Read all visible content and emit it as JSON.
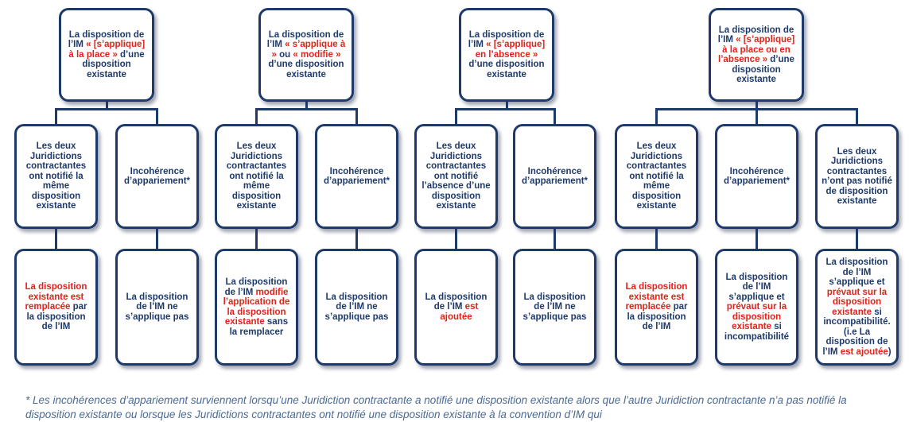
{
  "groups": [
    {
      "top": [
        {
          "t": "La disposition de l’IM ",
          "c": "n"
        },
        {
          "t": "« [s’applique] à la place »",
          "c": "r"
        },
        {
          "t": " d’une disposition existante",
          "c": "n"
        }
      ],
      "middle": [
        "Les deux Juridictions contractantes ont notifié la même disposition existante",
        "Incohérence d’appariement*"
      ],
      "bottom": [
        [
          {
            "t": "La disposition existante est remplacée",
            "c": "r"
          },
          {
            "t": " par la disposition de l’IM",
            "c": "n"
          }
        ],
        [
          {
            "t": "La disposition de l’IM ne s’applique pas",
            "c": "n"
          }
        ]
      ]
    },
    {
      "top": [
        {
          "t": "La disposition de l’IM ",
          "c": "n"
        },
        {
          "t": "« s’applique à »",
          "c": "r"
        },
        {
          "t": " ou ",
          "c": "n"
        },
        {
          "t": "« modifie »",
          "c": "r"
        },
        {
          "t": " d’une disposition existante",
          "c": "n"
        }
      ],
      "middle": [
        "Les deux Juridictions contractantes ont notifié la même disposition existante",
        "Incohérence d’appariement*"
      ],
      "bottom": [
        [
          {
            "t": "La disposition de l’IM ",
            "c": "n"
          },
          {
            "t": "modifie l’application de la disposition existante",
            "c": "r"
          },
          {
            "t": " sans la remplacer",
            "c": "n"
          }
        ],
        [
          {
            "t": "La disposition de l’IM ne s’applique pas",
            "c": "n"
          }
        ]
      ]
    },
    {
      "top": [
        {
          "t": "La disposition de l’IM ",
          "c": "n"
        },
        {
          "t": "« [s’applique] en l’absence »",
          "c": "r"
        },
        {
          "t": " d’une disposition existante",
          "c": "n"
        }
      ],
      "middle": [
        "Les deux Juridictions contractantes ont notifié l’absence d’une disposition existante",
        "Incohérence d’appariement*"
      ],
      "bottom": [
        [
          {
            "t": "La disposition de l’IM ",
            "c": "n"
          },
          {
            "t": "est ajoutée",
            "c": "r"
          }
        ],
        [
          {
            "t": "La disposition de l’IM ne s’applique pas",
            "c": "n"
          }
        ]
      ]
    },
    {
      "top": [
        {
          "t": "La disposition de l’IM ",
          "c": "n"
        },
        {
          "t": "« [s’applique] à la place ou en l’absence »",
          "c": "r"
        },
        {
          "t": " d’une disposition existante",
          "c": "n"
        }
      ],
      "middle": [
        "Les deux Juridictions contractantes ont notifié la même disposition existante",
        "Incohérence d’appariement*",
        "Les deux Juridictions contractantes n’ont pas notifié de disposition existante"
      ],
      "bottom": [
        [
          {
            "t": "La disposition existante est remplacée",
            "c": "r"
          },
          {
            "t": " par la disposition de l’IM",
            "c": "n"
          }
        ],
        [
          {
            "t": "La disposition de l’IM s’applique et ",
            "c": "n"
          },
          {
            "t": "prévaut sur la disposition existante",
            "c": "r"
          },
          {
            "t": " si incompatibilité",
            "c": "n"
          }
        ],
        [
          {
            "t": "La disposition de l’IM s’applique et ",
            "c": "n"
          },
          {
            "t": "prévaut sur la disposition existante",
            "c": "r"
          },
          {
            "t": " si incompatibilité. (i.e La disposition de l’IM ",
            "c": "n"
          },
          {
            "t": "est ajoutée",
            "c": "r"
          },
          {
            "t": ")",
            "c": "n"
          }
        ]
      ]
    }
  ],
  "footnote": "* Les incohérences d’appariement surviennent lorsqu’une Juridiction contractante a notifié une disposition existante alors que l’autre Juridiction contractante n’a pas notifié la disposition existante ou lorsque les Juridictions contractantes ont notifié une disposition existante à la convention d’IM qui",
  "colors": {
    "navy": "#1e3a6b",
    "red": "#e2231a",
    "note": "#4a6a96"
  }
}
